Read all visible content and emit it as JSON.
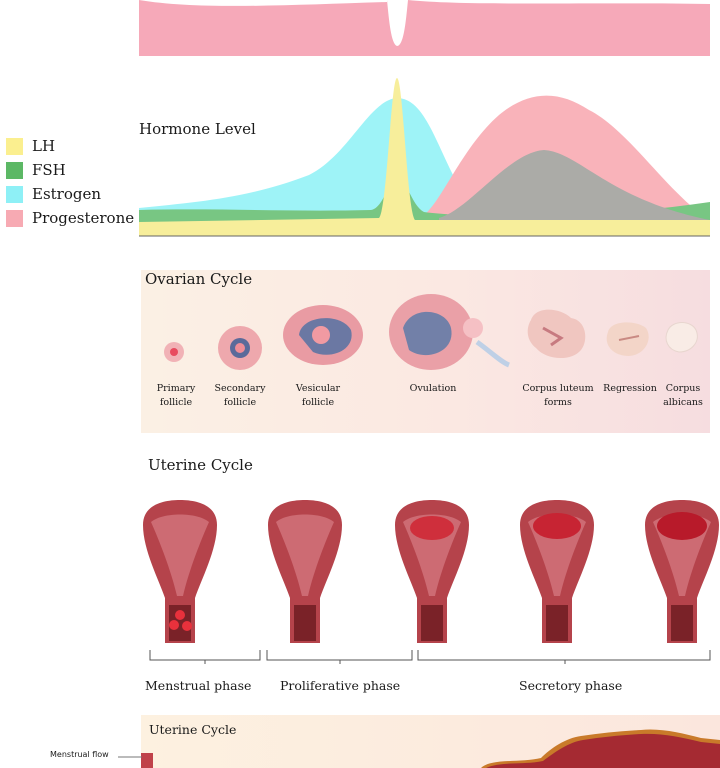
{
  "legend": {
    "items": [
      {
        "label": "LH",
        "color": "#fbef8f"
      },
      {
        "label": "FSH",
        "color": "#5cb865"
      },
      {
        "label": "Estrogen",
        "color": "#8ef0f6"
      },
      {
        "label": "Progesterone",
        "color": "#f7aab3"
      }
    ]
  },
  "hormone": {
    "title": "Hormone Level"
  },
  "ovarian": {
    "title": "Ovarian Cycle",
    "stages": [
      {
        "line1": "Primary",
        "line2": "follicle"
      },
      {
        "line1": "Secondary",
        "line2": "follicle"
      },
      {
        "line1": "Vesicular",
        "line2": "follicle"
      },
      {
        "line1": "Ovulation",
        "line2": ""
      },
      {
        "line1": "Corpus luteum",
        "line2": "forms"
      },
      {
        "line1": "Regression",
        "line2": ""
      },
      {
        "line1": "Corpus",
        "line2": "albicans"
      }
    ]
  },
  "uterine": {
    "title": "Uterine Cycle",
    "phases": [
      "Menstrual phase",
      "Proliferative phase",
      "Secretory phase"
    ]
  },
  "bottom": {
    "title": "Uterine Cycle",
    "menstrual_flow": "Menstrual flow"
  }
}
